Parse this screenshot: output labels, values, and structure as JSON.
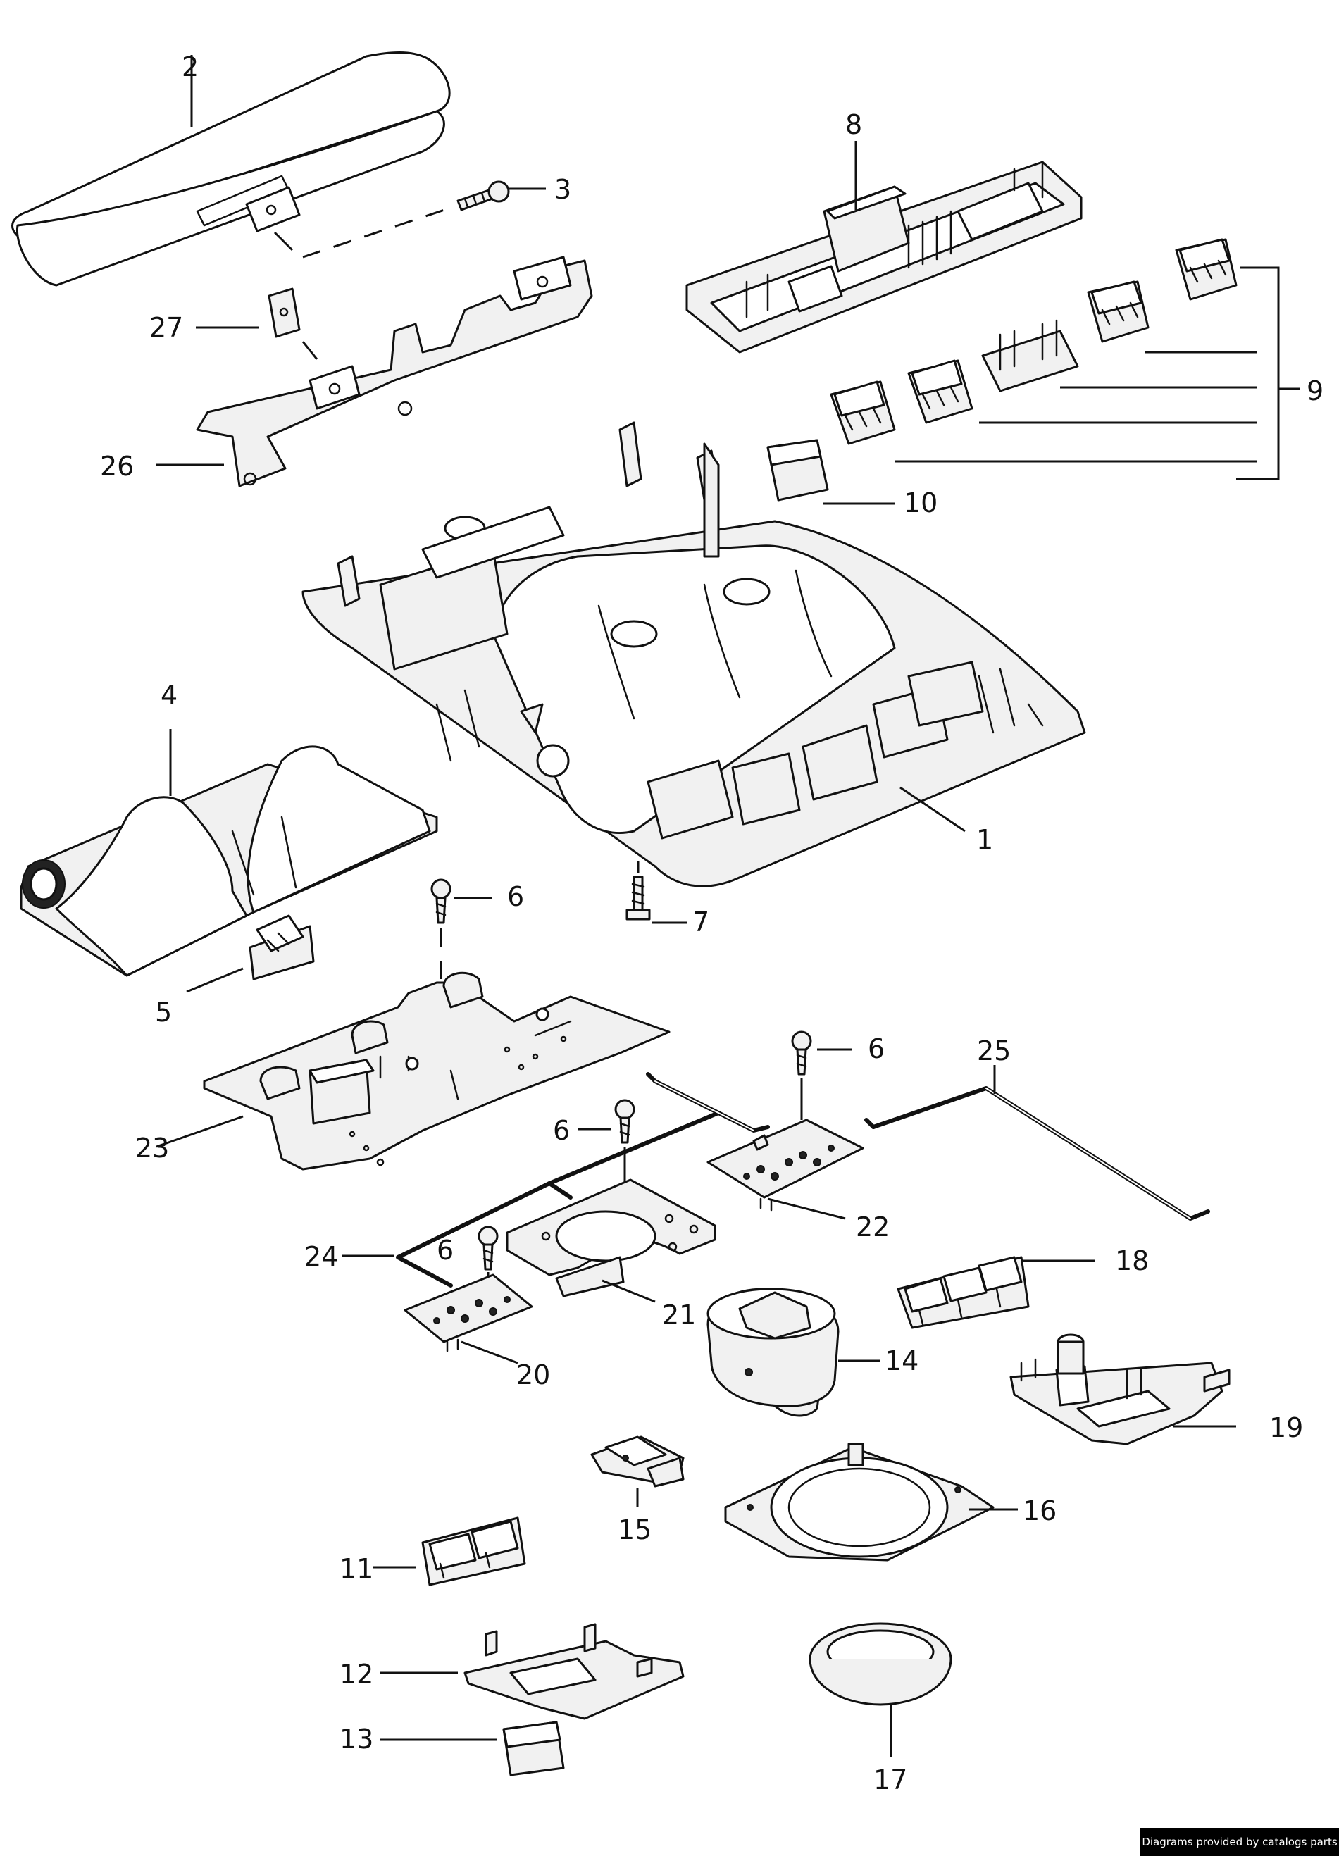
{
  "callouts": {
    "c1": "1",
    "c2": "2",
    "c3": "3",
    "c4": "4",
    "c5": "5",
    "c6a": "6",
    "c6b": "6",
    "c6c": "6",
    "c6d": "6",
    "c7": "7",
    "c8": "8",
    "c9": "9",
    "c10": "10",
    "c11": "11",
    "c12": "12",
    "c13": "13",
    "c14": "14",
    "c15": "15",
    "c16": "16",
    "c17": "17",
    "c18": "18",
    "c19": "19",
    "c20": "20",
    "c21": "21",
    "c22": "22",
    "c23": "23",
    "c24": "24",
    "c25": "25",
    "c26": "26",
    "c27": "27"
  },
  "footer": {
    "credit": "Diagrams provided by catalogs parts"
  }
}
